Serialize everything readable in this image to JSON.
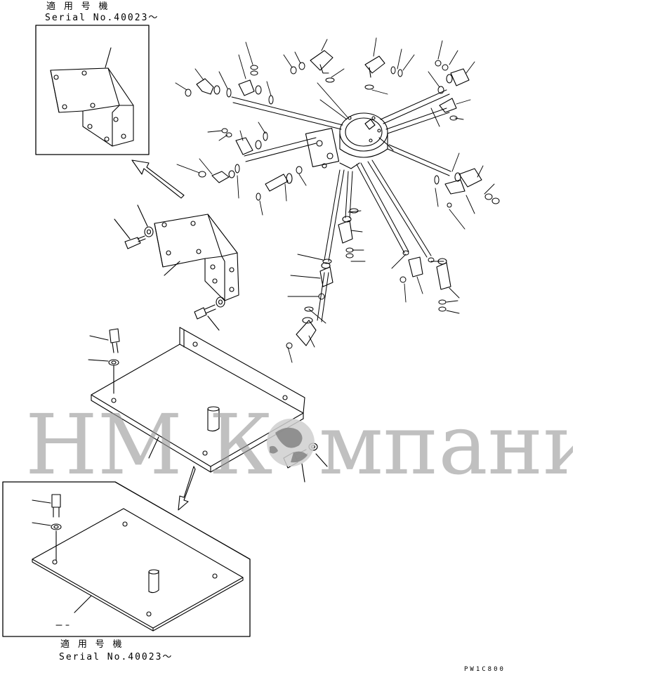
{
  "inset_top": {
    "applicable_label": "適 用 号 機",
    "serial": "Serial No.40023～"
  },
  "inset_bottom": {
    "applicable_label": "適 用 号 機",
    "serial": "Serial No.40023～"
  },
  "drawing_code": "PW1C800",
  "watermark": {
    "text_left": "НМ К",
    "text_right": "мпани"
  }
}
